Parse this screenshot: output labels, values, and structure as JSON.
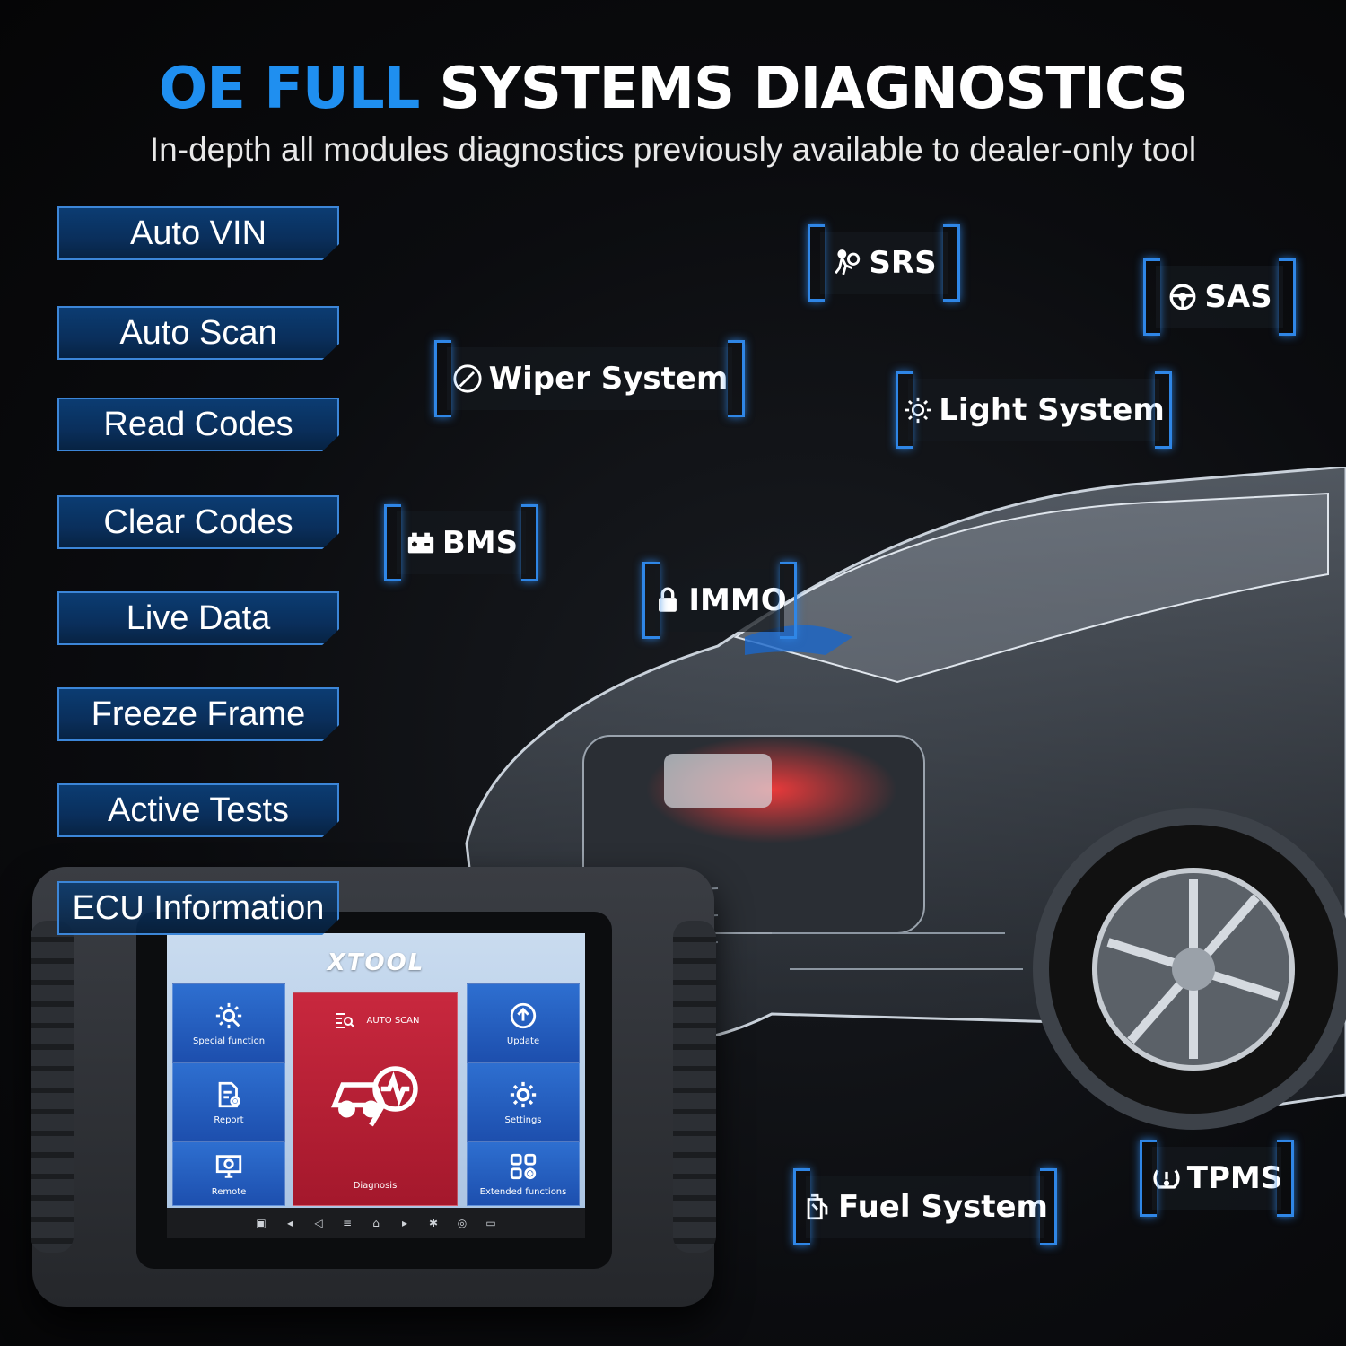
{
  "headline": {
    "accent": "OE FULL",
    "rest": "SYSTEMS DIAGNOSTICS"
  },
  "subtitle": "In-depth all modules diagnostics previously available to dealer-only tool",
  "features": [
    "Auto VIN",
    "Auto Scan",
    "Read Codes",
    "Clear Codes",
    "Live Data",
    "Freeze Frame",
    "Active Tests",
    "ECU Information"
  ],
  "systems": {
    "srs": "SRS",
    "sas": "SAS",
    "wiper": "Wiper System",
    "light": "Light System",
    "bms": "BMS",
    "immo": "IMMO",
    "fuel": "Fuel System",
    "tpms": "TPMS"
  },
  "tablet": {
    "brand": "XTOOL",
    "tiles": {
      "special": "Special function",
      "report": "Report",
      "remote": "Remote",
      "auto_scan": "AUTO SCAN",
      "diagnosis": "Diagnosis",
      "update": "Update",
      "settings": "Settings",
      "extended": "Extended functions"
    }
  },
  "colors": {
    "accent": "#1f8ff0",
    "tag_border": "#2f86e6",
    "tile_blue": "#2e6fd0",
    "tile_red": "#c8283e"
  }
}
